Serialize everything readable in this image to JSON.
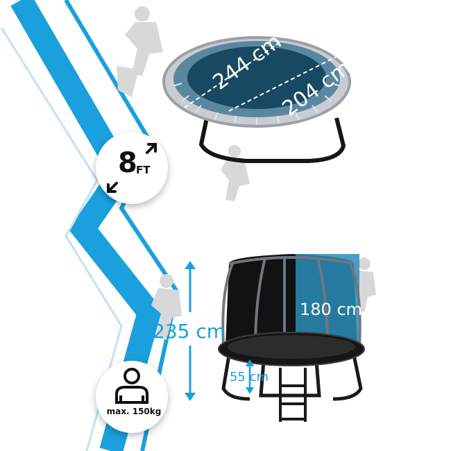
{
  "badges": {
    "size": {
      "number": "8",
      "unit": "FT"
    },
    "weight": {
      "label": "max. 150kg"
    }
  },
  "dimensions": {
    "outer_diameter": "244 cm",
    "mat_diameter": "204 cm",
    "total_height": "235 cm",
    "net_height": "180 cm",
    "frame_height": "55 cm"
  },
  "colors": {
    "accent": "#1aa0dc",
    "net_overlay": "#2a8db8",
    "frame": "#1a1a1a",
    "badge_bg": "#ffffff"
  },
  "icons": [
    "expand-diagonal-icon",
    "person-weight-icon",
    "vertical-dimension-arrow-icon"
  ]
}
